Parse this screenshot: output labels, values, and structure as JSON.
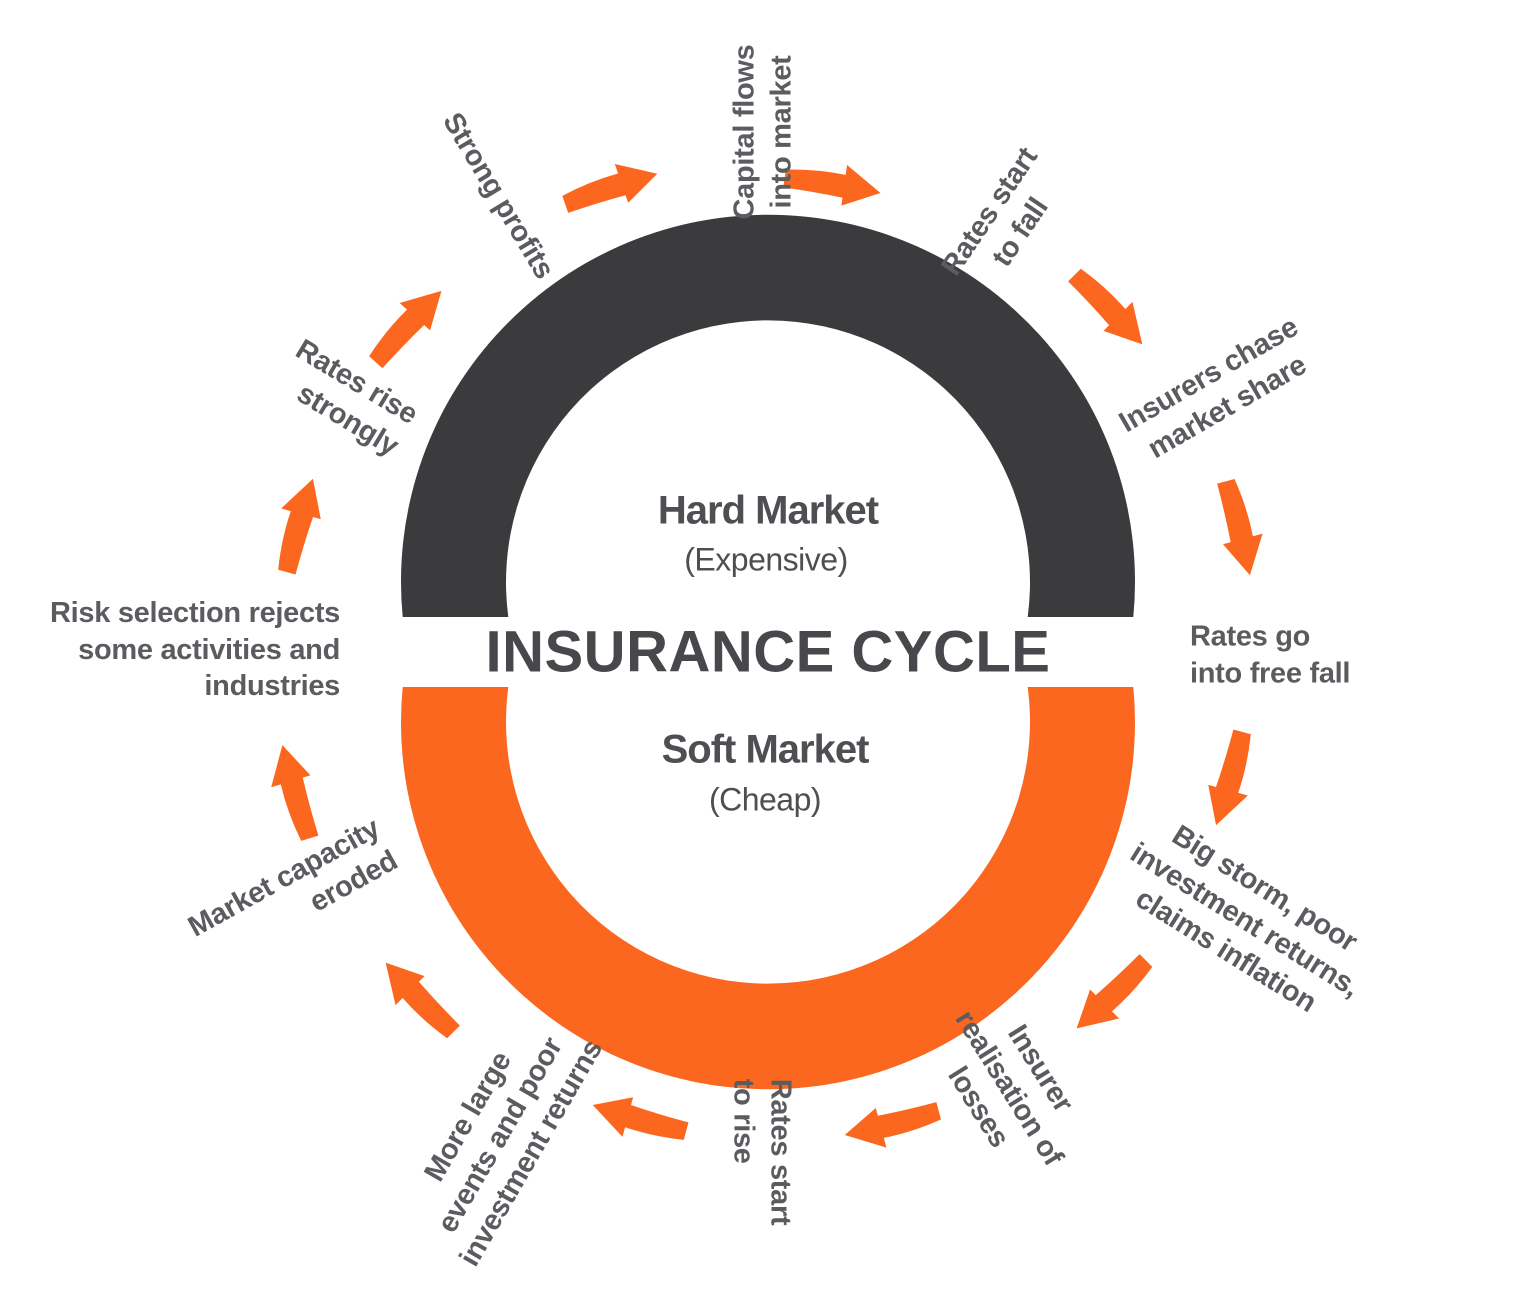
{
  "title": "INSURANCE CYCLE",
  "colors": {
    "ring_dark": "#3B3B3D",
    "ring_orange": "#FB671E",
    "arrow_orange": "#FB671E",
    "title_text": "#47484B",
    "market_text": "#4E4F53",
    "label_text": "#5B5C60"
  },
  "center": {
    "title": "INSURANCE CYCLE",
    "hard_market": {
      "label": "Hard Market",
      "sub": "(Expensive)"
    },
    "soft_market": {
      "label": "Soft Market",
      "sub": "(Cheap)"
    }
  },
  "steps": [
    {
      "id": "capital-flows-into-market",
      "text": "Capital flows\ninto market"
    },
    {
      "id": "rates-start-to-fall",
      "text": "Rates start\nto fall"
    },
    {
      "id": "insurers-chase-market-share",
      "text": "Insurers chase\nmarket share"
    },
    {
      "id": "rates-go-into-free-fall",
      "text": "Rates go\ninto free fall"
    },
    {
      "id": "big-storm-poor-returns",
      "text": "Big storm, poor\ninvestment returns,\nclaims inflation"
    },
    {
      "id": "insurer-realisation-of-losses",
      "text": "Insurer\nrealisation of\nlosses"
    },
    {
      "id": "rates-start-to-rise",
      "text": "Rates start\nto rise"
    },
    {
      "id": "more-large-events",
      "text": "More large\nevents and poor\ninvestment returns"
    },
    {
      "id": "market-capacity-eroded",
      "text": "Market capacity\neroded"
    },
    {
      "id": "risk-selection-rejects",
      "text": "Risk selection rejects\nsome activities and\nindustries"
    },
    {
      "id": "rates-rise-strongly",
      "text": "Rates rise\nstrongly"
    },
    {
      "id": "strong-profits",
      "text": "Strong profits"
    }
  ]
}
